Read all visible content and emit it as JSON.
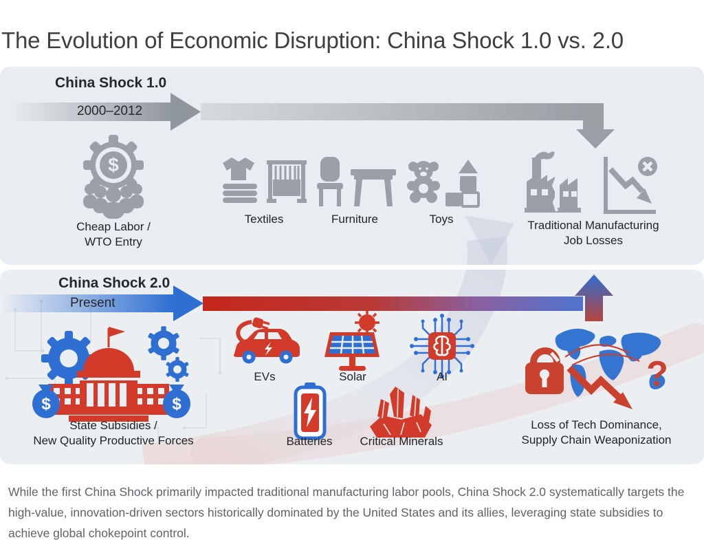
{
  "title": "The Evolution of Economic Disruption: China Shock 1.0 vs. 2.0",
  "shock1": {
    "heading": "China Shock 1.0",
    "period": "2000–2012",
    "cause_line1": "Cheap Labor /",
    "cause_line2": "WTO Entry",
    "sectors": [
      "Textiles",
      "Furniture",
      "Toys"
    ],
    "outcome_line1": "Traditional Manufacturing",
    "outcome_line2": "Job Losses"
  },
  "shock2": {
    "heading": "China Shock 2.0",
    "period": "Present",
    "cause_line1": "State Subsidies /",
    "cause_line2": "New Quality Productive Forces",
    "sectors_row1": [
      "EVs",
      "Solar",
      "AI"
    ],
    "sectors_row2": [
      "Batteries",
      "Critical Minerals"
    ],
    "outcome_line1": "Loss of Tech Dominance,",
    "outcome_line2": "Supply Chain Weaponization"
  },
  "caption": "While the first China Shock primarily impacted traditional manufacturing labor pools, China Shock 2.0 systematically targets the high-value, innovation-driven sectors historically dominated by the United States and its allies, leveraging state subsidies to achieve global chokepoint control.",
  "glyphs": {
    "dollar": "$",
    "question": "?"
  },
  "colors": {
    "shock1_gray": "#9aa0a6",
    "shock2_red": "#c5291d",
    "shock2_blue": "#2f6fd3",
    "band1_bg": "#e9edf1",
    "band2_bg": "#eceff2",
    "caption_gray": "#5f6368"
  }
}
